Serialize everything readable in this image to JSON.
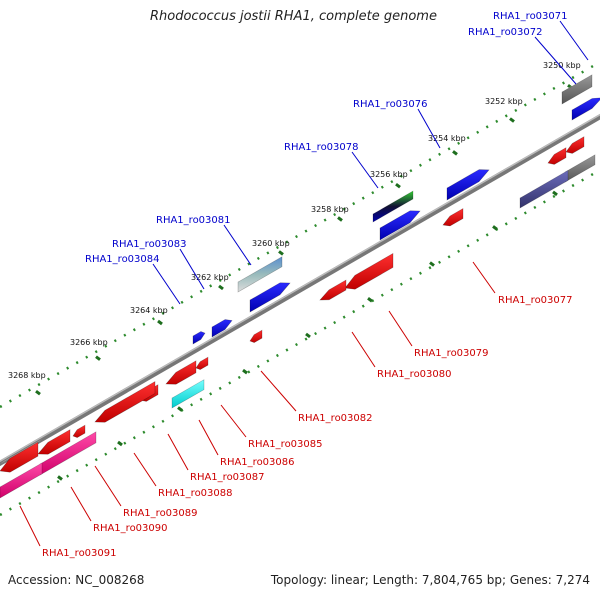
{
  "title": "Rhodococcus jostii RHA1, complete genome",
  "footer": {
    "accession": "Accession: NC_008268",
    "topology": "Topology: linear; Length: 7,804,765 bp; Genes: 7,274"
  },
  "ruler": [
    "3250 kbp",
    "3252 kbp",
    "3254 kbp",
    "3256 kbp",
    "3258 kbp",
    "3260 kbp",
    "3262 kbp",
    "3264 kbp",
    "3266 kbp",
    "3268 kbp"
  ],
  "genes_top": [
    "RHA1_ro03071",
    "RHA1_ro03072",
    "RHA1_ro03076",
    "RHA1_ro03078",
    "RHA1_ro03081",
    "RHA1_ro03083",
    "RHA1_ro03084"
  ],
  "genes_bottom": [
    "RHA1_ro03077",
    "RHA1_ro03079",
    "RHA1_ro03080",
    "RHA1_ro03082",
    "RHA1_ro03085",
    "RHA1_ro03086",
    "RHA1_ro03087",
    "RHA1_ro03088",
    "RHA1_ro03089",
    "RHA1_ro03090",
    "RHA1_ro03091"
  ],
  "colors": {
    "forward": "#0000cc",
    "reverse": "#cc0000",
    "backbone": "#888888",
    "ticks": "#2e8b2e"
  }
}
